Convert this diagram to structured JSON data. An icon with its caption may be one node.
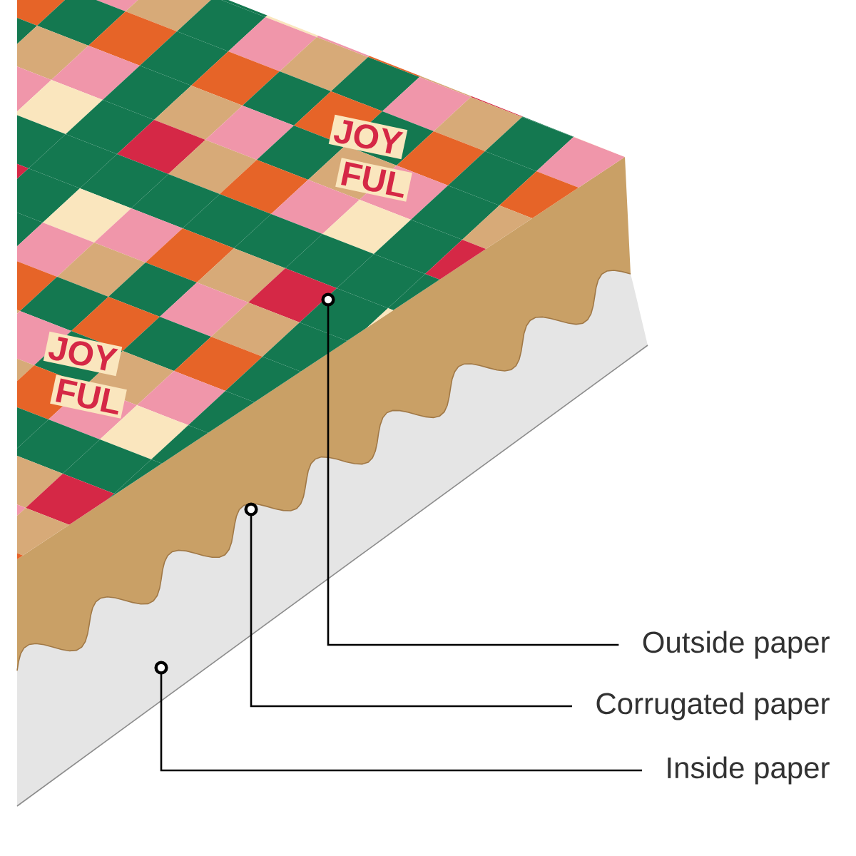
{
  "diagram": {
    "nodes": [
      {
        "text": [],
        "shape": "picture"
      },
      {
        "text": [],
        "shape": "picture"
      },
      {
        "text": [],
        "shape": "picture"
      },
      {
        "text": [
          "Outside paper"
        ]
      },
      {
        "text": [
          "Corrugated paper"
        ]
      },
      {
        "text": [
          "Inside paper"
        ]
      }
    ],
    "edges": [
      {
        "from": 3,
        "to": 0,
        "arrow": "other"
      },
      {
        "from": 4,
        "to": 1,
        "arrow": "other"
      },
      {
        "from": 5,
        "to": 2,
        "arrow": "other"
      }
    ],
    "labels": [
      "JOY",
      "FUL",
      "JOY",
      "FUL"
    ]
  }
}
